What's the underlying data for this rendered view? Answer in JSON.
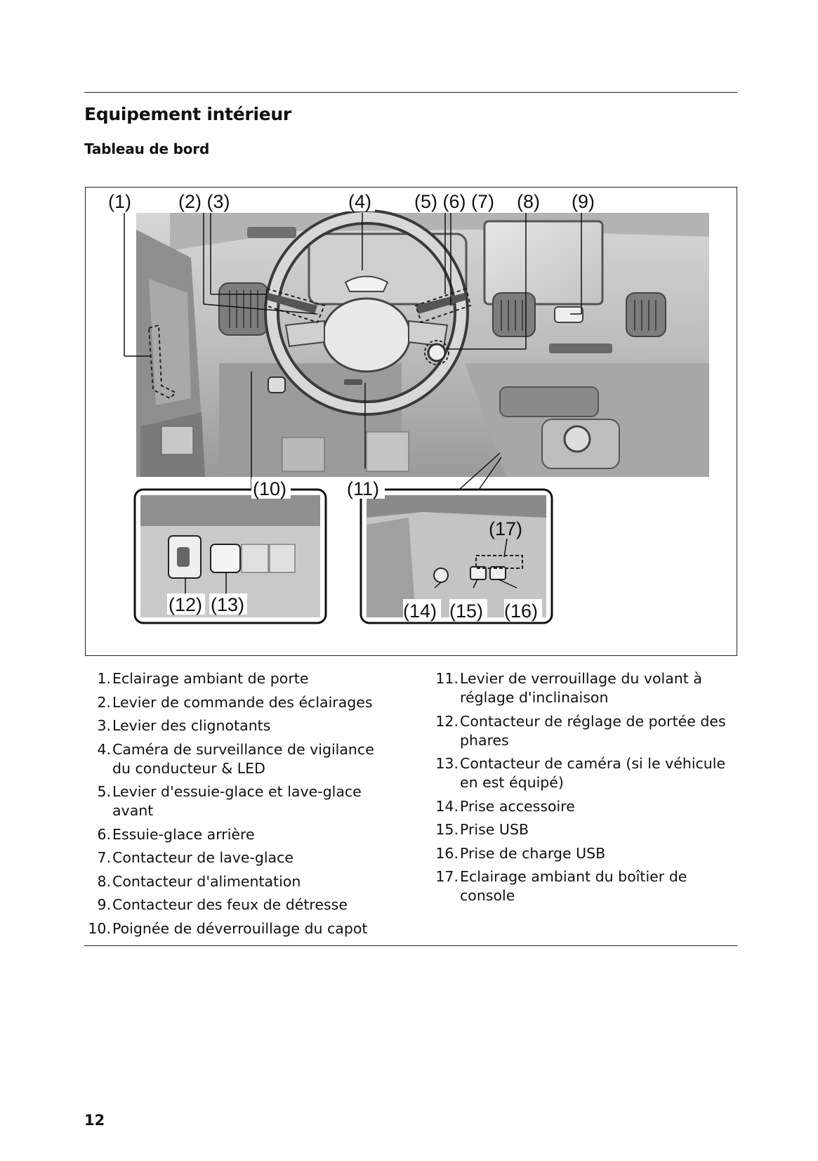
{
  "section_title": "Equipement intérieur",
  "subsection_title": "Tableau de bord",
  "figure": {
    "callouts": [
      "(1)",
      "(2) (3)",
      "(4)",
      "(5) (6) (7)",
      "(8)",
      "(9)",
      "(10)",
      "(11)",
      "(12)",
      "(13)",
      "(14)",
      "(15)",
      "(16)",
      "(17)"
    ]
  },
  "legend_left": [
    {
      "num": "1.",
      "text": "Eclairage ambiant de porte"
    },
    {
      "num": "2.",
      "text": "Levier de commande des éclairages"
    },
    {
      "num": "3.",
      "text": "Levier des clignotants"
    },
    {
      "num": "4.",
      "text": "Caméra de surveillance de vigilance du conducteur & LED"
    },
    {
      "num": "5.",
      "text": "Levier d'essuie-glace et lave-glace avant"
    },
    {
      "num": "6.",
      "text": "Essuie-glace arrière"
    },
    {
      "num": "7.",
      "text": "Contacteur de lave-glace"
    },
    {
      "num": "8.",
      "text": "Contacteur d'alimentation"
    },
    {
      "num": "9.",
      "text": "Contacteur des feux de détresse"
    },
    {
      "num": "10.",
      "text": "Poignée de déverrouillage du capot"
    }
  ],
  "legend_right": [
    {
      "num": "11.",
      "text": "Levier de verrouillage du volant à réglage d'inclinaison"
    },
    {
      "num": "12.",
      "text": "Contacteur de réglage de portée des phares"
    },
    {
      "num": "13.",
      "text": "Contacteur de caméra (si le véhicule en est équipé)"
    },
    {
      "num": "14.",
      "text": "Prise accessoire"
    },
    {
      "num": "15.",
      "text": "Prise USB"
    },
    {
      "num": "16.",
      "text": "Prise de charge USB"
    },
    {
      "num": "17.",
      "text": "Eclairage ambiant du boîtier de console"
    }
  ],
  "page_number": "12"
}
